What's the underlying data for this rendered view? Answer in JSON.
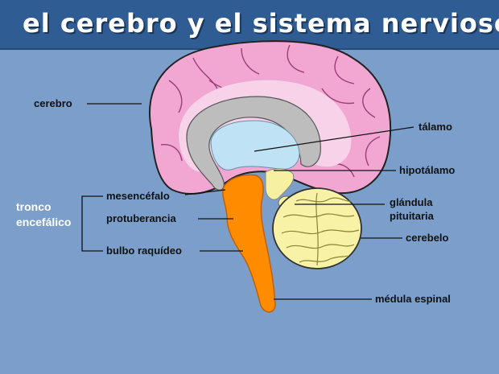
{
  "title": "el cerebro y el sistema nervioso",
  "labels": {
    "cerebro": "cerebro",
    "talamo": "tálamo",
    "hipotalamo": "hipotálamo",
    "mesencefalo": "mesencéfalo",
    "protuberancia": "protuberancia",
    "bulbo": "bulbo raquídeo",
    "glandula_line1": "glándula",
    "glandula_line2": "pituitaria",
    "cerebelo": "cerebelo",
    "medula": "médula espinal",
    "tronco_line1": "tronco",
    "tronco_line2": "encefálico"
  },
  "colors": {
    "background": "#7b9fca",
    "title_bar": "#2f5d93",
    "cerebrum": "#f2a6d2",
    "cerebrum_inner": "#f7d2e8",
    "corpus_callosum": "#bdbdbd",
    "ventricle": "#bfe3f5",
    "brainstem": "#ff8c00",
    "cerebellum": "#f8f2a6"
  }
}
